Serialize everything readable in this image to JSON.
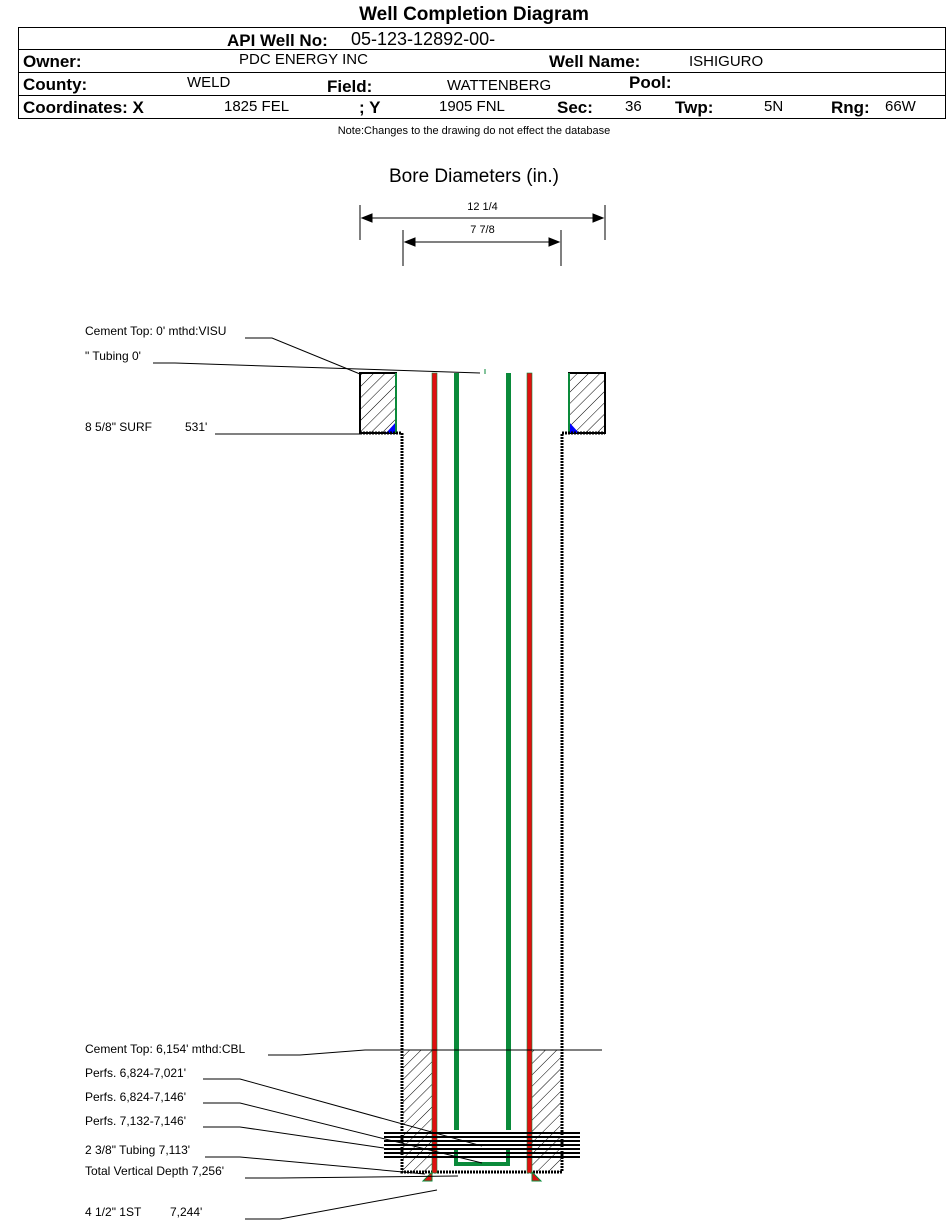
{
  "title": "Well Completion Diagram",
  "header": {
    "api_label": "API Well No:",
    "api_value": "05-123-12892-00-",
    "owner_label": "Owner:",
    "owner_value": "PDC ENERGY INC",
    "well_name_label": "Well Name:",
    "well_name_value": "ISHIGURO",
    "county_label": "County:",
    "county_value": "WELD",
    "field_label": "Field:",
    "field_value": "WATTENBERG",
    "pool_label": "Pool:",
    "coord_x_label": "Coordinates: X",
    "coord_x_value": "1825 FEL",
    "coord_y_label": "; Y",
    "coord_y_value": "1905 FNL",
    "sec_label": "Sec:",
    "sec_value": "36",
    "twp_label": "Twp:",
    "twp_value": "5N",
    "rng_label": "Rng:",
    "rng_value": "66W"
  },
  "note": "Note:Changes to the drawing do not effect the database",
  "bore": {
    "title": "Bore Diameters (in.)",
    "outer": "12 1/4",
    "inner": "7 7/8"
  },
  "labels": {
    "cement_top_1": "Cement Top: 0' mthd:VISU",
    "tubing_top": "\" Tubing 0'",
    "surf_casing": "8 5/8\" SURF",
    "surf_depth": "531'",
    "cement_top_2": "Cement Top: 6,154' mthd:CBL",
    "perfs_1": "Perfs. 6,824-7,021'",
    "perfs_2": "Perfs. 6,824-7,146'",
    "perfs_3": "Perfs. 7,132-7,146'",
    "tubing_bottom": "2 3/8\" Tubing 7,113'",
    "tvd": "Total Vertical Depth 7,256'",
    "prod_casing": "4 1/2\" 1ST",
    "prod_depth": "7,244'"
  },
  "colors": {
    "tubing": "#0a8a3a",
    "casing": "#e01010",
    "cement_shoe": "#0000ff"
  }
}
